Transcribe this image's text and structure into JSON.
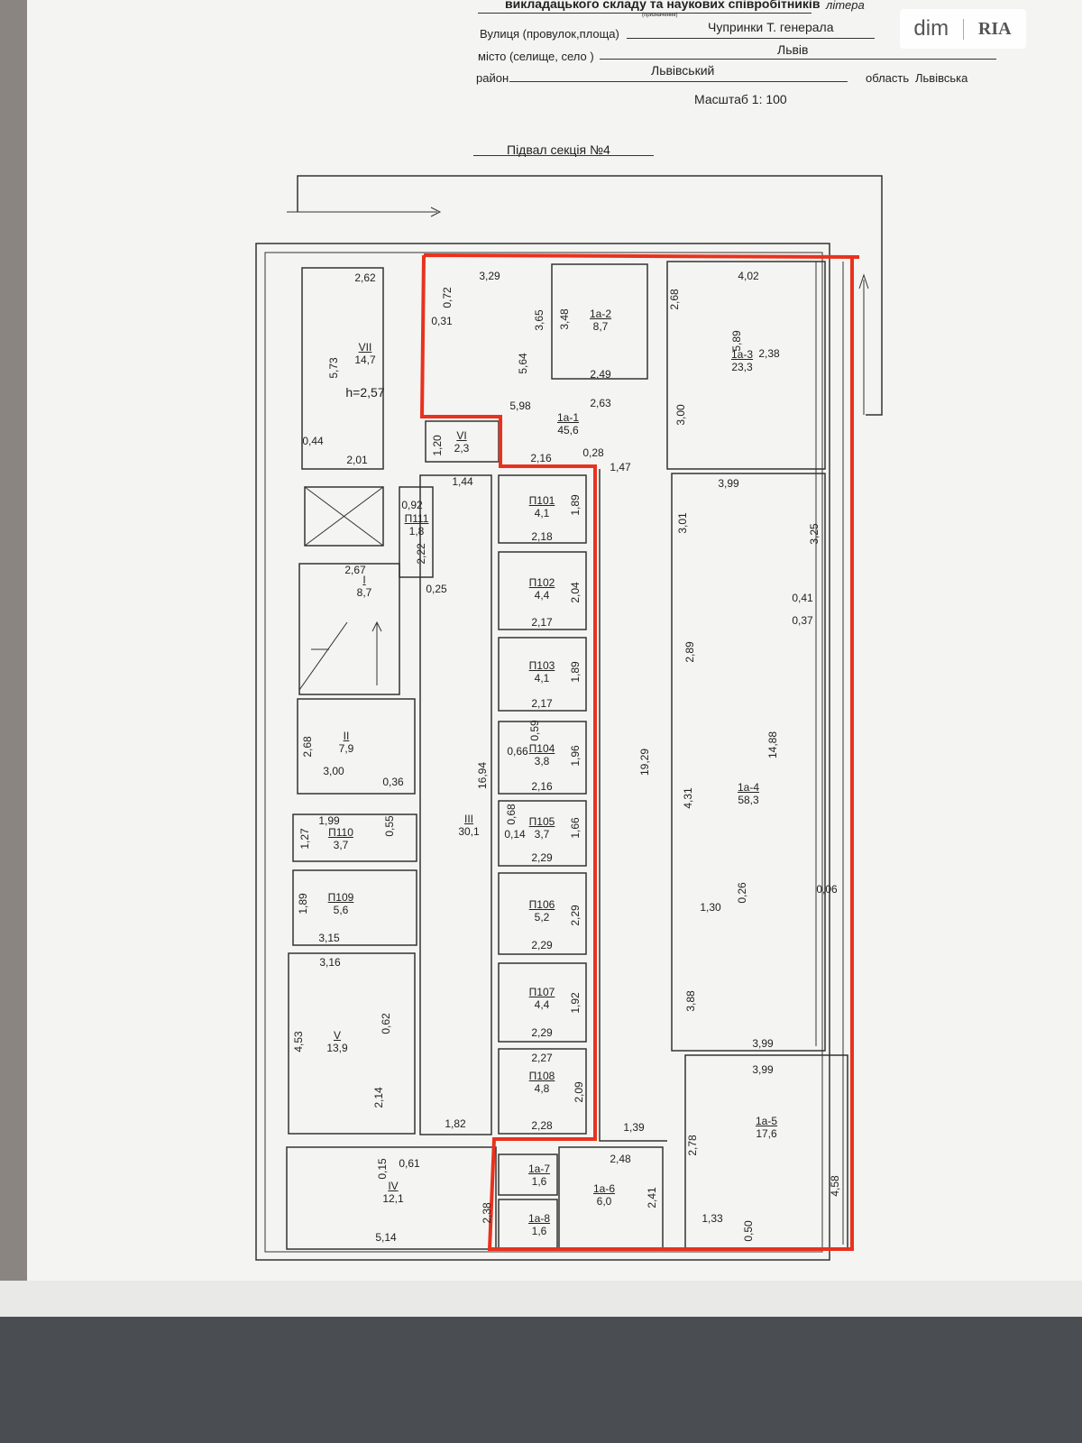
{
  "header": {
    "purpose_line": "викладацького складу та наукових співробітників",
    "purpose_caption": "(призначення)",
    "litera_label": "літера",
    "street_label": "Вулиця (провулок,площа)",
    "street_value": "Чупринки Т. генерала",
    "city_label": "місто (селище, село )",
    "city_value": "Львів",
    "district_label": "район",
    "district_value": "Львівський",
    "region_label": "область",
    "region_value": "Львівська",
    "scale": "Масштаб  1: 100",
    "section_title": "Підвал секція №4"
  },
  "logo": {
    "left": "dim",
    "right": "RIA"
  },
  "highlight_color": "#e8321e",
  "rooms": [
    {
      "id": "VII",
      "area": "14,7",
      "extra": "h=2,57"
    },
    {
      "id": "I",
      "area": "8,7"
    },
    {
      "id": "II",
      "area": "7,9"
    },
    {
      "id": "П110",
      "area": "3,7"
    },
    {
      "id": "П109",
      "area": "5,6"
    },
    {
      "id": "V",
      "area": "13,9"
    },
    {
      "id": "IV",
      "area": "12,1"
    },
    {
      "id": "III",
      "area": "30,1"
    },
    {
      "id": "П111",
      "area": "1,8"
    },
    {
      "id": "VI",
      "area": "2,3"
    },
    {
      "id": "1a-1",
      "area": "45,6"
    },
    {
      "id": "1a-2",
      "area": "8,7"
    },
    {
      "id": "1a-3",
      "area": "23,3"
    },
    {
      "id": "П101",
      "area": "4,1"
    },
    {
      "id": "П102",
      "area": "4,4"
    },
    {
      "id": "П103",
      "area": "4,1"
    },
    {
      "id": "П104",
      "area": "3,8"
    },
    {
      "id": "П105",
      "area": "3,7"
    },
    {
      "id": "П106",
      "area": "5,2"
    },
    {
      "id": "П107",
      "area": "4,4"
    },
    {
      "id": "П108",
      "area": "4,8"
    },
    {
      "id": "1a-4",
      "area": "58,3"
    },
    {
      "id": "1a-5",
      "area": "17,6"
    },
    {
      "id": "1a-6",
      "area": "6,0"
    },
    {
      "id": "1a-7",
      "area": "1,6"
    },
    {
      "id": "1a-8",
      "area": "1,6"
    }
  ],
  "dimensions": [
    "2,62",
    "5,73",
    "0,44",
    "2,01",
    "3,29",
    "0,72",
    "0,31",
    "3,65",
    "5,64",
    "3,48",
    "2,49",
    "2,63",
    "5,98",
    "1,20",
    "2,16",
    "0,28",
    "1,47",
    "4,02",
    "2,68",
    "5,89",
    "2,38",
    "3,00",
    "0,92",
    "2,22",
    "0,25",
    "2,67",
    "1,44",
    "2,18",
    "1,89",
    "2,04",
    "2,17",
    "1,89",
    "2,17",
    "0,59",
    "0,66",
    "1,96",
    "2,16",
    "0,68",
    "0,14",
    "1,66",
    "2,29",
    "2,29",
    "2,29",
    "1,92",
    "2,29",
    "2,27",
    "2,09",
    "2,28",
    "16,94",
    "19,29",
    "2,68",
    "3,00",
    "0,36",
    "1,99",
    "1,27",
    "0,55",
    "1,89",
    "3,15",
    "3,16",
    "4,53",
    "0,62",
    "2,14",
    "1,82",
    "0,15",
    "0,61",
    "5,14",
    "2,38",
    "1,39",
    "2,48",
    "2,41",
    "3,99",
    "3,01",
    "3,25",
    "0,41",
    "0,37",
    "2,89",
    "14,88",
    "4,31",
    "1,30",
    "0,26",
    "0,06",
    "3,88",
    "3,99",
    "3,99",
    "2,78",
    "4,58",
    "1,33",
    "0,50"
  ]
}
